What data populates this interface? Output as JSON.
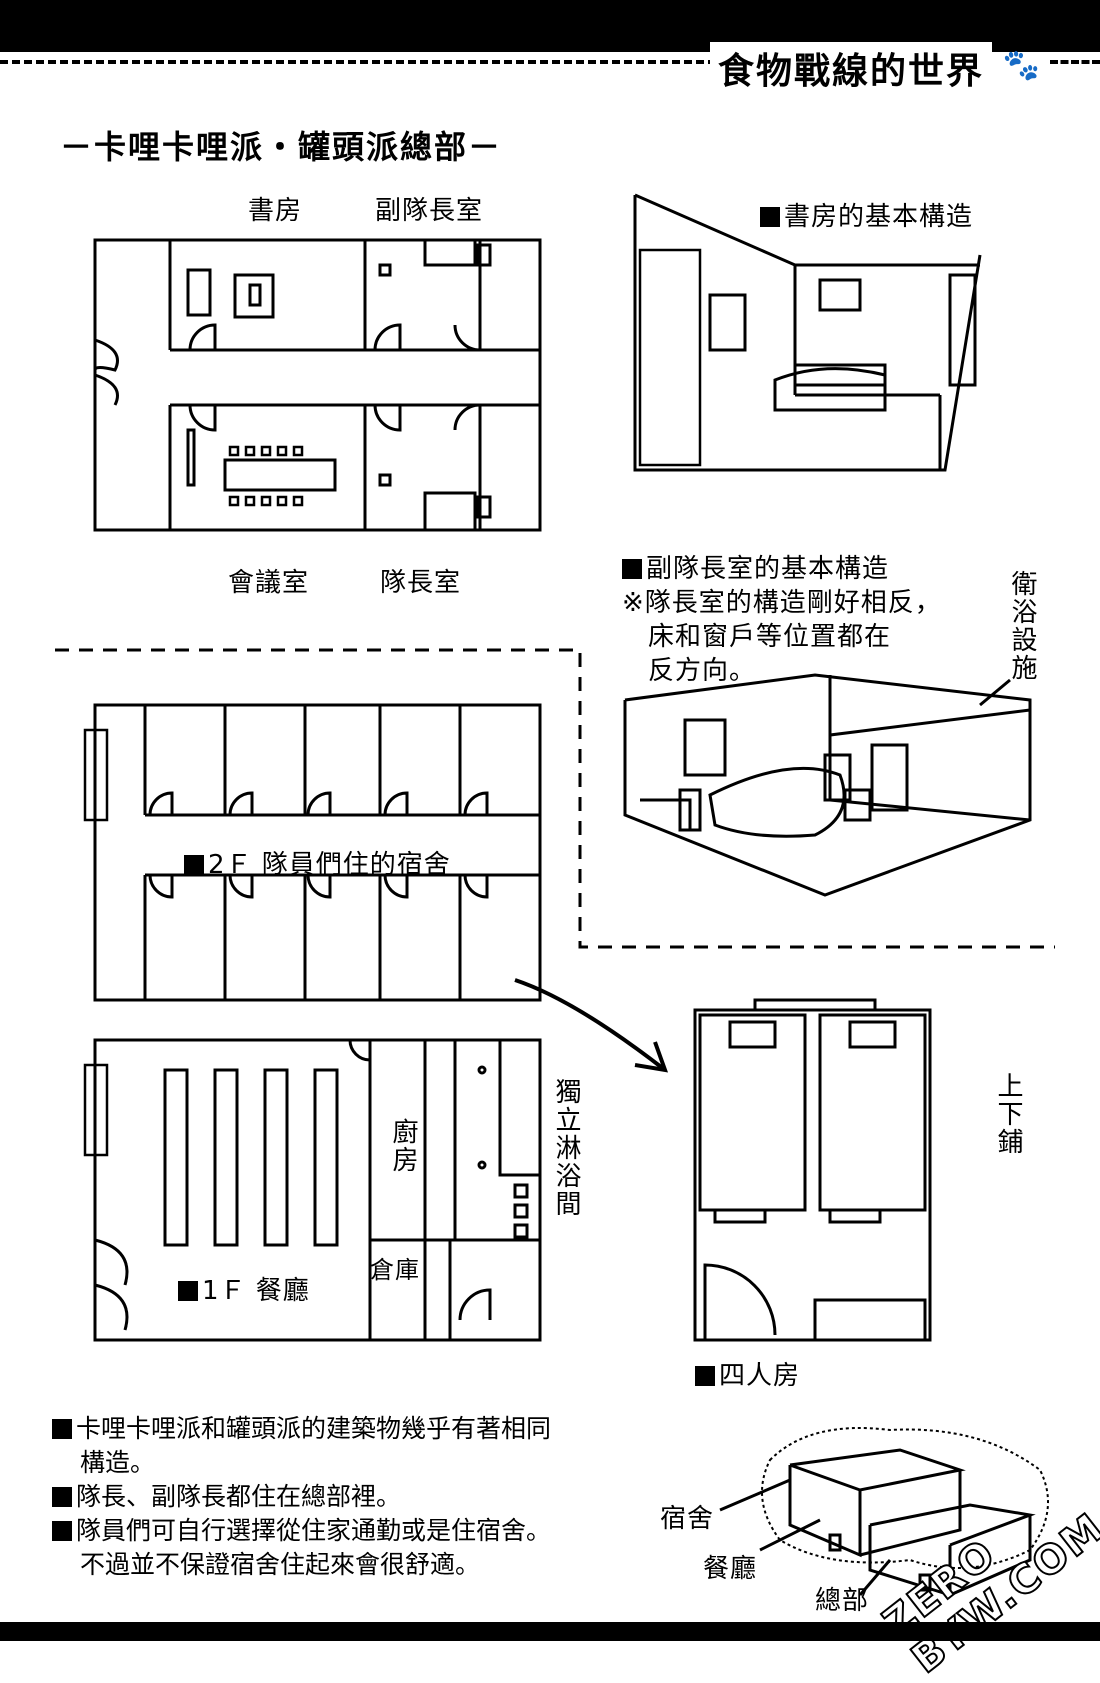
{
  "header": {
    "title": "食物戰線的世界",
    "paw_icon": "paw-icon"
  },
  "section_title": "－卡哩卡哩派・罐頭派總部－",
  "hq_plan": {
    "study": "書房",
    "vice_captain_room": "副隊長室",
    "meeting_room": "會議室",
    "captain_room": "隊長室"
  },
  "study_structure": {
    "title": "書房的基本構造"
  },
  "vice_room_structure": {
    "title": "副隊長室的基本構造",
    "note_line1": "※隊長室的構造剛好相反，",
    "note_line2": "床和窗戶等位置都在",
    "note_line3": "反方向。",
    "bathroom_label": "衛浴設施"
  },
  "floor2": {
    "label": "2Ｆ 隊員們住的宿舍"
  },
  "floor1": {
    "label": "1Ｆ 餐廳",
    "kitchen": "廚房",
    "storage": "倉庫",
    "shower": "獨立淋浴間"
  },
  "four_room": {
    "label": "四人房",
    "bunk_label": "上下鋪"
  },
  "notes": [
    "卡哩卡哩派和罐頭派的建築物幾乎有著相同",
    "構造。",
    "隊長、副隊長都住在總部裡。",
    "隊員們可自行選擇從住家通勤或是住宿舍。",
    "不過並不保證宿舍住起來會很舒適。"
  ],
  "building_labels": {
    "dorm": "宿舍",
    "dining": "餐廳",
    "hq": "總部"
  },
  "watermark": "ZERO BYW.COM"
}
